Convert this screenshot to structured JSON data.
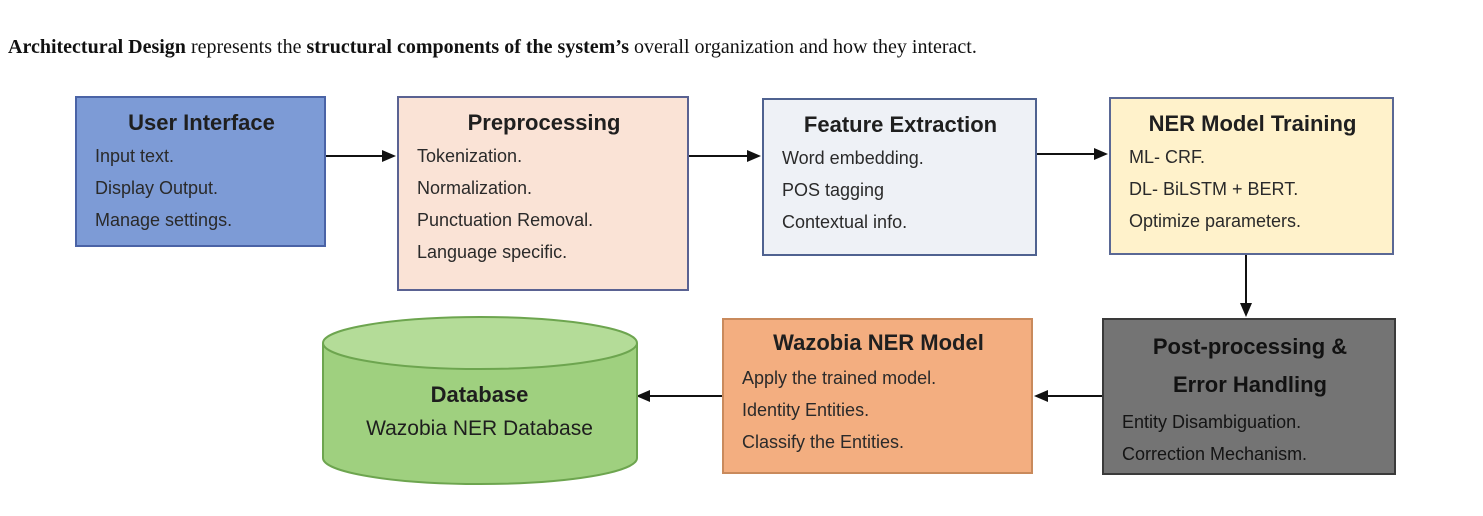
{
  "caption": {
    "part1": "Architectural Design",
    "part2": " represents the ",
    "part3": "structural components of the system’s",
    "part4": " overall organization and how they interact."
  },
  "boxes": {
    "user_interface": {
      "title": "User Interface",
      "items": [
        "Input text.",
        "Display Output.",
        "Manage settings."
      ]
    },
    "preprocessing": {
      "title": "Preprocessing",
      "items": [
        "Tokenization.",
        "Normalization.",
        "Punctuation Removal.",
        "Language specific."
      ]
    },
    "feature_extraction": {
      "title": "Feature Extraction",
      "items": [
        "Word embedding.",
        "POS tagging",
        "Contextual info."
      ]
    },
    "ner_training": {
      "title": "NER Model Training",
      "items": [
        "ML- CRF.",
        "DL- BiLSTM + BERT.",
        "Optimize parameters."
      ]
    },
    "post_processing": {
      "title_line1": "Post-processing &",
      "title_line2": "Error Handling",
      "items": [
        "Entity Disambiguation.",
        "Correction Mechanism."
      ]
    },
    "wazobia_model": {
      "title": "Wazobia NER Model",
      "items": [
        "Apply the trained model.",
        "Identity Entities.",
        "Classify the Entities."
      ]
    },
    "database": {
      "title": "Database",
      "subtitle": "Wazobia NER Database"
    }
  },
  "colors": {
    "user_interface": "#7d9bd6",
    "preprocessing": "#fae3d6",
    "feature_extraction": "#eef1f6",
    "ner_training": "#fff2cb",
    "post_processing": "#747474",
    "wazobia_model": "#f3ae80",
    "database": "#9fd07f",
    "arrow": "#111111"
  }
}
